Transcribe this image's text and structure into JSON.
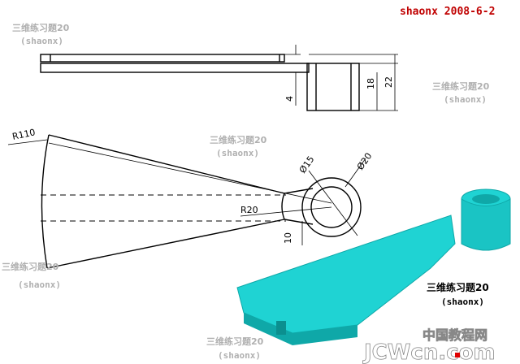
{
  "signature": "shaonx 2008-6-2",
  "watermark": {
    "title": "三维练习题20",
    "author": "(shaonx)"
  },
  "caption": {
    "title": "三维练习题20",
    "author": "(shaonx)"
  },
  "dimensions": {
    "top_gap": "4",
    "height_18": "18",
    "height_22": "22",
    "radius_110": "R110",
    "radius_20": "R20",
    "dia_15": "Ø15",
    "dia_20": "Ø20",
    "width_10": "10"
  },
  "logo": {
    "text": "JCWcn.com",
    "chinese": "中国教程网"
  },
  "colors": {
    "model": "#1fd3d3",
    "model_dark": "#0fa8a8",
    "signature": "#c00000"
  }
}
